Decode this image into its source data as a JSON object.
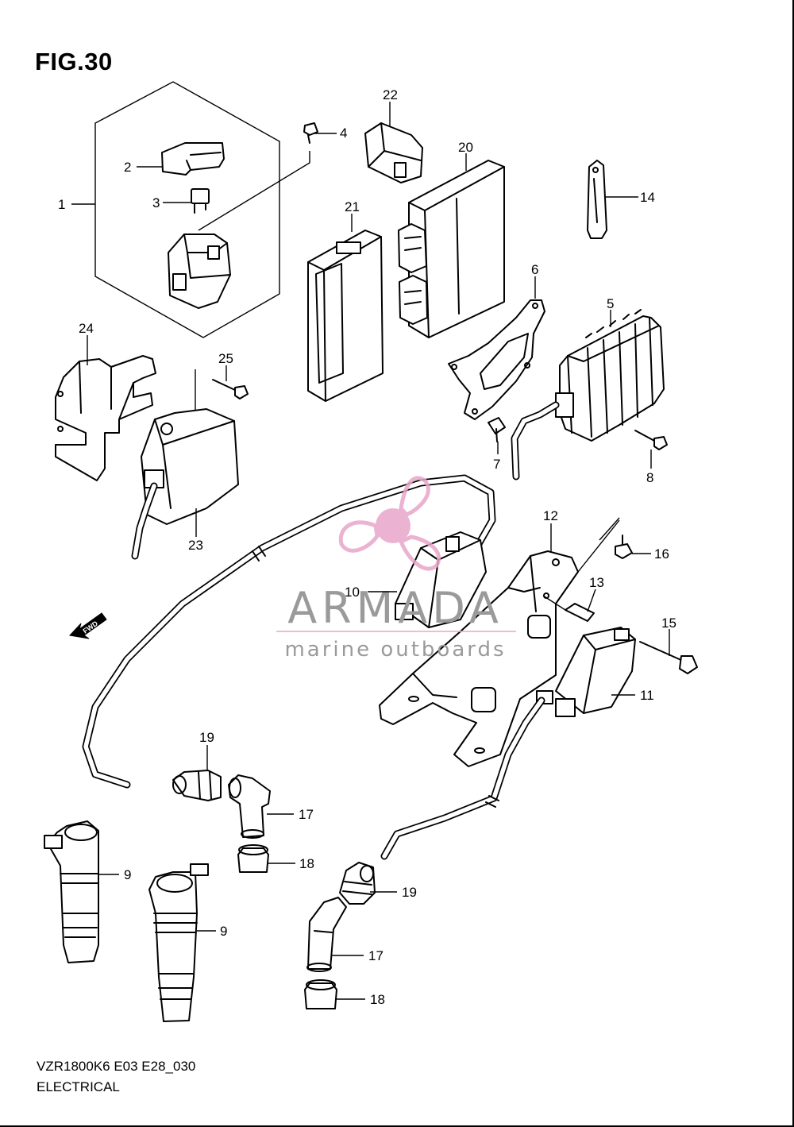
{
  "figure": {
    "title": "FIG.30",
    "model_code": "VZR1800K6 E03 E28_030",
    "section": "ELECTRICAL"
  },
  "watermark": {
    "brand": "ARMADA",
    "tagline": "marine outboards",
    "accent_color": "#e8a5c9",
    "text_color": "#9a9a9a"
  },
  "direction_marker": "FWD",
  "callouts": {
    "c1": "1",
    "c2": "2",
    "c3": "3",
    "c4": "4",
    "c5": "5",
    "c6": "6",
    "c7": "7",
    "c8": "8",
    "c9a": "9",
    "c9b": "9",
    "c10": "10",
    "c11": "11",
    "c12": "12",
    "c13": "13",
    "c14": "14",
    "c15": "15",
    "c16": "16",
    "c17a": "17",
    "c17b": "17",
    "c18a": "18",
    "c18b": "18",
    "c19a": "19",
    "c19b": "19",
    "c20": "20",
    "c21": "21",
    "c22": "22",
    "c23": "23",
    "c24": "24",
    "c25": "25"
  }
}
